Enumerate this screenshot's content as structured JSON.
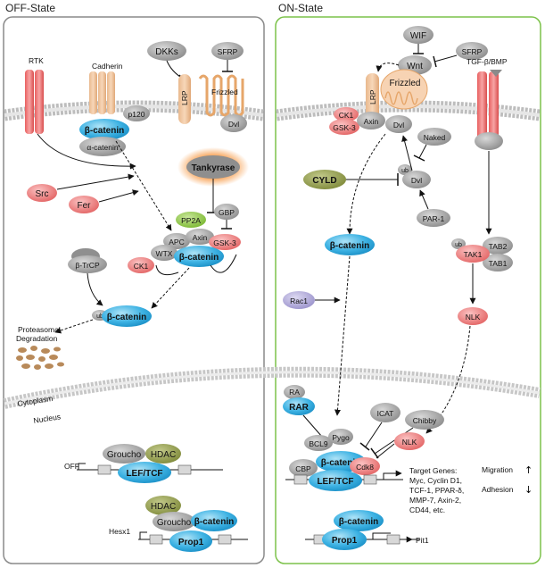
{
  "panels": {
    "off_title": "OFF-State",
    "on_title": "ON-State"
  },
  "membrane_labels": {
    "cytoplasm": "Cytoplasm",
    "nucleus": "Nucleus"
  },
  "off": {
    "rtk": "RTK",
    "cadherin": "Cadherin",
    "dkks": "DKKs",
    "sfrp": "SFRP",
    "lrp": "LRP",
    "frizzled": "Frizzled",
    "dvl": "Dvl",
    "p120": "p120",
    "beta_catenin": "β-catenin",
    "alpha_catenin": "α-catenin",
    "tankyrase": "Tankyrase",
    "src": "Src",
    "fer": "Fer",
    "pp2a": "PP2A",
    "gbp": "GBP",
    "apc": "APC",
    "axin": "Axin",
    "wtx": "WTX",
    "gsk3": "GSK-3",
    "ck1": "CK1",
    "b_trcp": "β-TrCP",
    "ub": "ub",
    "proteasomal_1": "Proteasomal",
    "proteasomal_2": "Degradation",
    "groucho": "Groucho",
    "hdac": "HDAC",
    "lef_tcf": "LEF/TCF",
    "off_label": "OFF",
    "prop1": "Prop1",
    "hesx1": "Hesx1"
  },
  "on": {
    "wif": "WIF",
    "wnt": "Wnt",
    "sfrp": "SFRP",
    "tgf": "TGF-β/BMP",
    "lrp": "LRP",
    "frizzled": "Frizzled",
    "ck1": "CK1",
    "gsk3": "GSK-3",
    "axin": "Axin",
    "dvl": "Dvl",
    "naked": "Naked",
    "cyld": "CYLD",
    "ub": "ub",
    "par1": "PAR-1",
    "beta_catenin": "β-catenin",
    "tab2": "TAB2",
    "tak1": "TAK1",
    "tab1": "TAB1",
    "rac1": "Rac1",
    "nlk": "NLK",
    "ra": "RA",
    "rar": "RAR",
    "icat": "ICAT",
    "chibby": "Chibby",
    "bcl9": "BCL9",
    "pygo": "Pygo",
    "cbp": "CBP",
    "cdk8": "Cdk8",
    "lef_tcf": "LEF/TCF",
    "target_genes": [
      "Target Genes:",
      "Myc, Cyclin D1,",
      "TCF-1, PPAR-δ,",
      "MMP-7, Axin-2,",
      "CD44, etc."
    ],
    "migration": "Migration",
    "adhesion": "Adhesion",
    "prop1": "Prop1",
    "pit1": "Pit1"
  },
  "colors": {
    "off_border": "#8a8a8a",
    "on_border": "#7cc24a",
    "beta_catenin": "#29a6dd",
    "red_kinase": "#e86f6f",
    "gray_protein": "#9a9a9a",
    "olive": "#8f9a4a",
    "green_pp2a": "#8bc43f",
    "tankyrase_glow": "#f47a20",
    "membrane": "#b3b3b3",
    "rac1": "#a9a2d3",
    "brown_granules": "#b88a5a"
  }
}
